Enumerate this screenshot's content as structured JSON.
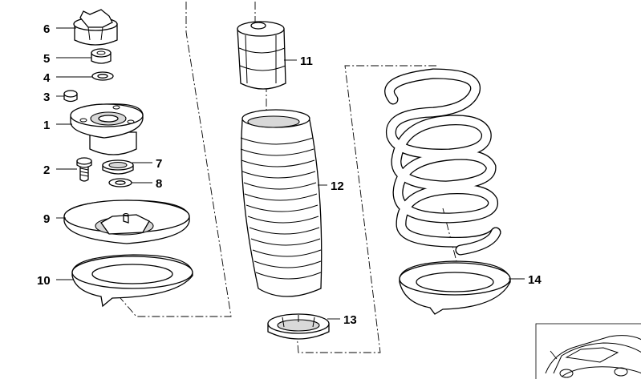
{
  "callouts": [
    {
      "id": "p1",
      "label": "1"
    },
    {
      "id": "p2",
      "label": "2"
    },
    {
      "id": "p3",
      "label": "3"
    },
    {
      "id": "p4",
      "label": "4"
    },
    {
      "id": "p5",
      "label": "5"
    },
    {
      "id": "p6",
      "label": "6"
    },
    {
      "id": "p7",
      "label": "7"
    },
    {
      "id": "p8",
      "label": "8"
    },
    {
      "id": "p9",
      "label": "9"
    },
    {
      "id": "p10",
      "label": "10"
    },
    {
      "id": "p11",
      "label": "11"
    },
    {
      "id": "p12",
      "label": "12"
    },
    {
      "id": "p13",
      "label": "13"
    },
    {
      "id": "p14",
      "label": "14"
    }
  ]
}
